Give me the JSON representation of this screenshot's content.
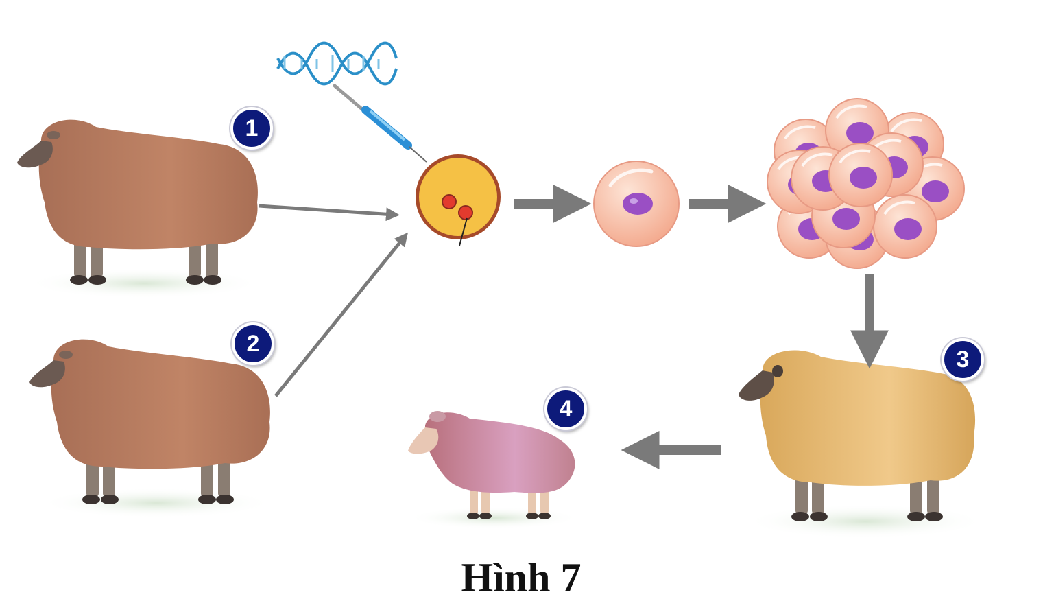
{
  "caption": "Hình 7",
  "badges": [
    "1",
    "2",
    "3",
    "4"
  ],
  "colors": {
    "sheep_brown": "#b97a5c",
    "sheep_tan": "#e2b873",
    "lamb_pink": "#c98a9a",
    "arrow": "#7a7a7a",
    "badge": "#0d1a7a",
    "cell": "#f6b59b",
    "nucleus": "#9a4fc4",
    "egg": "#f5c145"
  },
  "icons": [
    "dna-icon",
    "syringe-icon"
  ]
}
